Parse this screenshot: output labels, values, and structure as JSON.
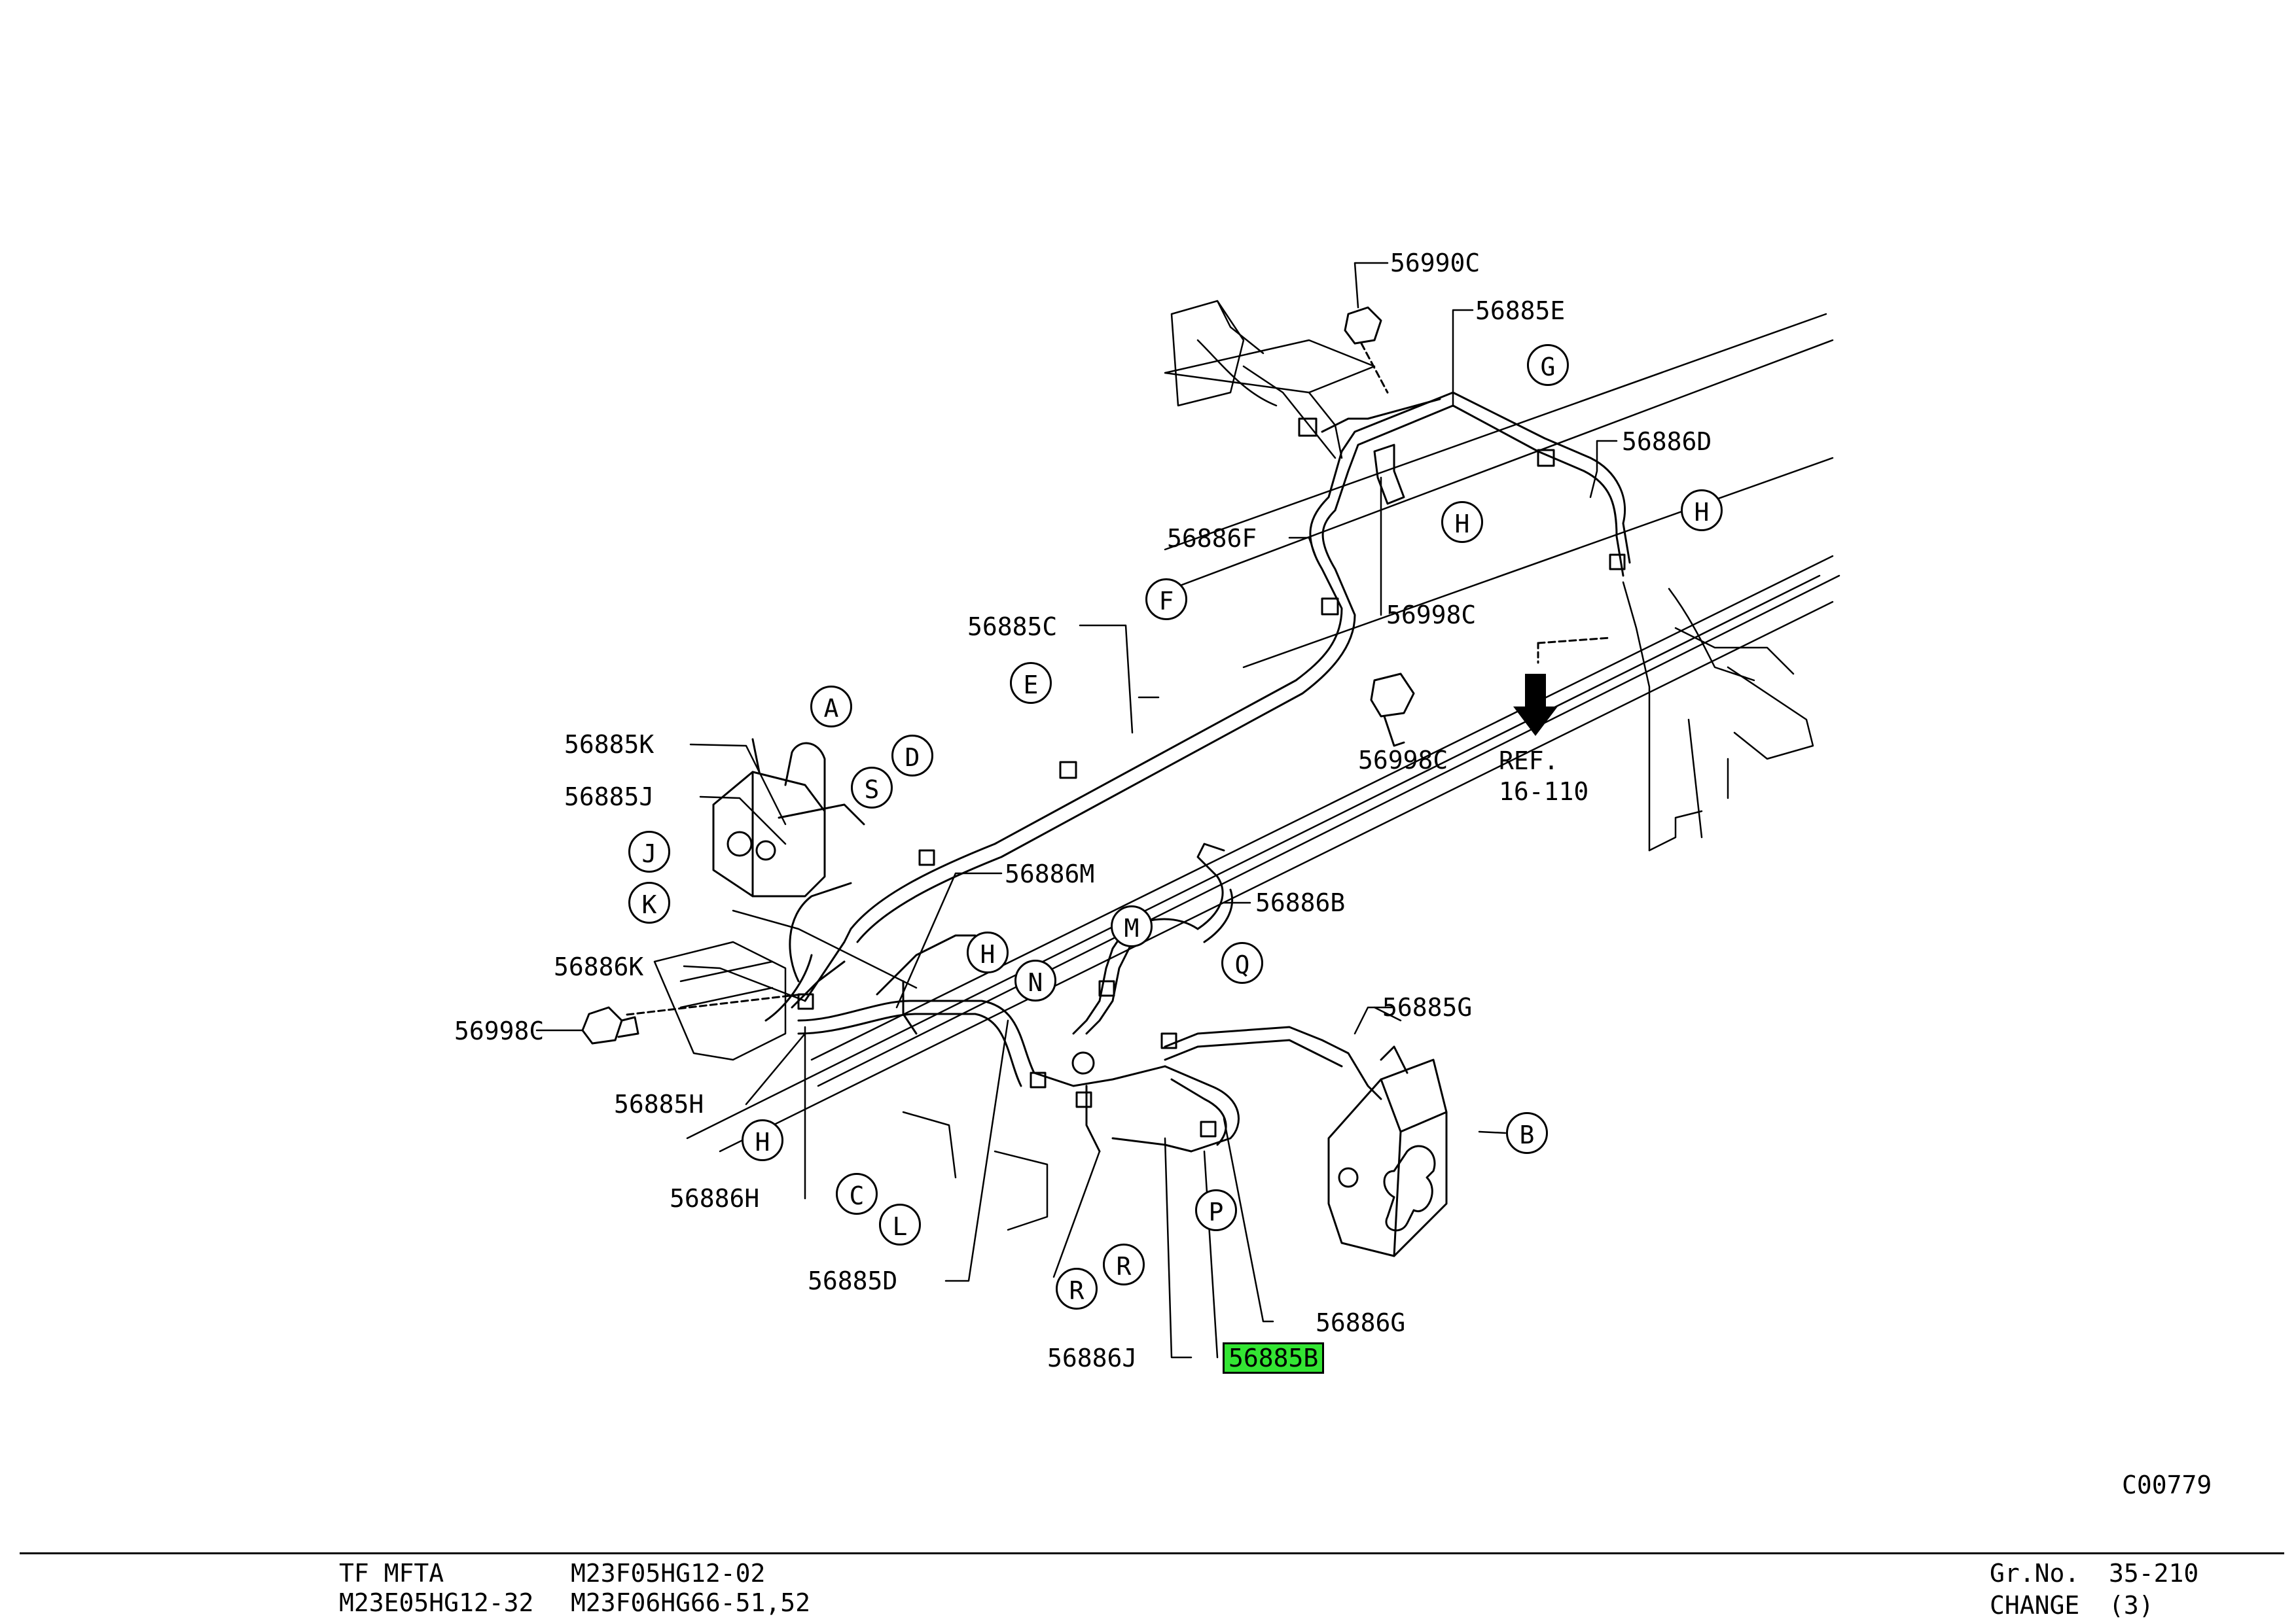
{
  "parts": {
    "p56990C": "56990C",
    "p56885E": "56885E",
    "p56886D": "56886D",
    "p56886F": "56886F",
    "p56998C_top": "56998C",
    "p56885C": "56885C",
    "p56998C_mid": "56998C",
    "p56885K": "56885K",
    "p56885J": "56885J",
    "p56886M": "56886M",
    "p56886B": "56886B",
    "p56886K": "56886K",
    "p56998C_left": "56998C",
    "p56885G": "56885G",
    "p56885H": "56885H",
    "p56886H": "56886H",
    "p56885D": "56885D",
    "p56886G": "56886G",
    "p56886J": "56886J",
    "p56885B": "56885B"
  },
  "ref": {
    "line1": "REF.",
    "line2": "16-110"
  },
  "callouts": {
    "G": "G",
    "H1": "H",
    "H2": "H",
    "F": "F",
    "E": "E",
    "A": "A",
    "D": "D",
    "S": "S",
    "J": "J",
    "K": "K",
    "M": "M",
    "Q": "Q",
    "H3": "H",
    "N": "N",
    "B": "B",
    "H4": "H",
    "C": "C",
    "L": "L",
    "P": "P",
    "R1": "R",
    "R2": "R"
  },
  "drawing_id": "C00779",
  "footer": {
    "left1": "TF MFTA",
    "left2": "M23E05HG12-32",
    "mid1": "M23F05HG12-02",
    "mid2": "M23F06HG66-51,52",
    "grno_label": "Gr.No.",
    "grno_value": "35-210",
    "change_label": "CHANGE",
    "change_value": "(3)"
  },
  "colors": {
    "highlight": "#33e633",
    "line": "#000000"
  }
}
